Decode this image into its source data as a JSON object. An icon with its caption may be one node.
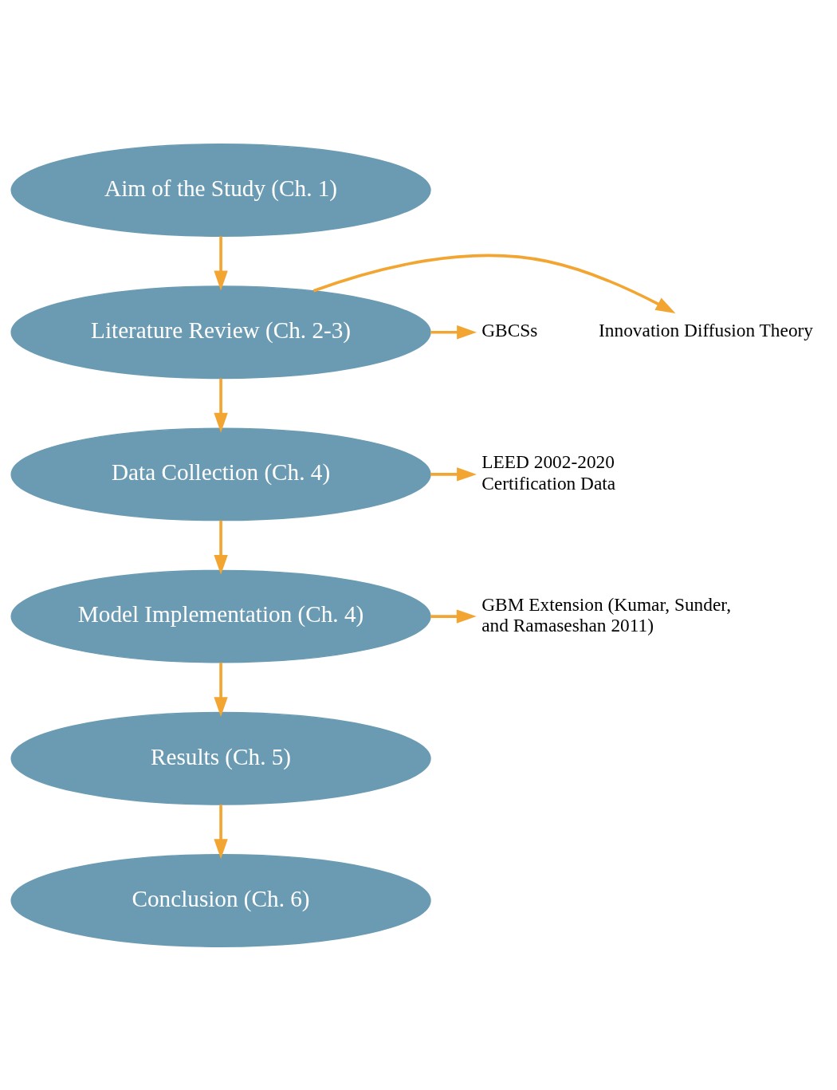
{
  "diagram": {
    "nodes": [
      {
        "text": [
          "Aim of the Study (Ch. 1)"
        ]
      },
      {
        "text": [
          "Literature Review (Ch. 2-3)"
        ]
      },
      {
        "text": [
          "Innovation Diffusion Theory"
        ]
      },
      {
        "text": [
          "GBCSs"
        ]
      },
      {
        "text": [
          "Data Collection (Ch. 4)"
        ]
      },
      {
        "text": [
          "LEED 2002-2020 Certification Data"
        ]
      },
      {
        "text": [
          "Model Implementation (Ch. 4)"
        ]
      },
      {
        "text": [
          "GBM Extension (Kumar, Sunder, and Ramaseshan 2011)"
        ]
      },
      {
        "text": [
          "Results (Ch. 5)"
        ]
      },
      {
        "text": [
          "Conclusion (Ch. 6)"
        ]
      }
    ],
    "edges": [
      {
        "from": 0,
        "to": 1,
        "arrow": "to"
      },
      {
        "from": 1,
        "to": 2,
        "arrow": "to"
      },
      {
        "from": 1,
        "to": 3,
        "arrow": "to"
      },
      {
        "from": 1,
        "to": 4,
        "arrow": "to"
      },
      {
        "from": 4,
        "to": 5,
        "arrow": "to"
      },
      {
        "from": 4,
        "to": 6,
        "arrow": "to"
      },
      {
        "from": 6,
        "to": 7,
        "arrow": "to"
      },
      {
        "from": 6,
        "to": 8,
        "arrow": "to"
      },
      {
        "from": 8,
        "to": 9,
        "arrow": "to"
      }
    ]
  }
}
